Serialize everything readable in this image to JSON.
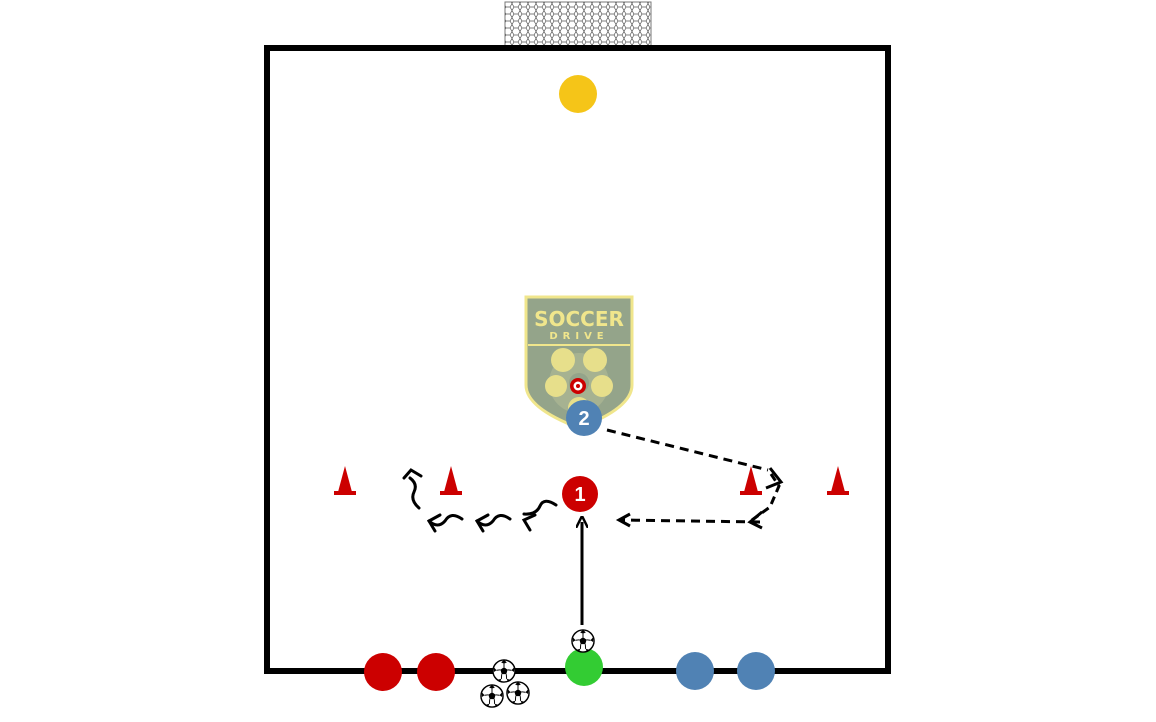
{
  "diagram": {
    "colors": {
      "field_line": "#000000",
      "red_team": "#cc0000",
      "blue_team": "#5082b4",
      "goalkeeper": "#f5c518",
      "server": "#33cc33",
      "cone": "#cc0000",
      "crest_dark": "#94a48a",
      "crest_light": "#f0e68c"
    },
    "crest": {
      "line1": "SOCCER",
      "line2": "DRIVE"
    },
    "players": [
      {
        "id": "goalkeeper",
        "team": "yellow",
        "label": ""
      },
      {
        "id": "player-1",
        "team": "red",
        "label": "1"
      },
      {
        "id": "player-2",
        "team": "blue",
        "label": "2"
      },
      {
        "id": "red-queue-1",
        "team": "red",
        "label": ""
      },
      {
        "id": "red-queue-2",
        "team": "red",
        "label": ""
      },
      {
        "id": "server",
        "team": "green",
        "label": ""
      },
      {
        "id": "blue-queue-1",
        "team": "blue",
        "label": ""
      },
      {
        "id": "blue-queue-2",
        "team": "blue",
        "label": ""
      }
    ],
    "cones_count": 4,
    "balls_count": 4,
    "paths": [
      {
        "type": "pass",
        "style": "solid-arrow",
        "from": "server",
        "to": "player-1"
      },
      {
        "type": "run",
        "style": "dashed",
        "from": "player-2",
        "to": "cones-right"
      },
      {
        "type": "dribble",
        "style": "wavy",
        "from": "player-1",
        "to": "cones-left"
      }
    ]
  }
}
